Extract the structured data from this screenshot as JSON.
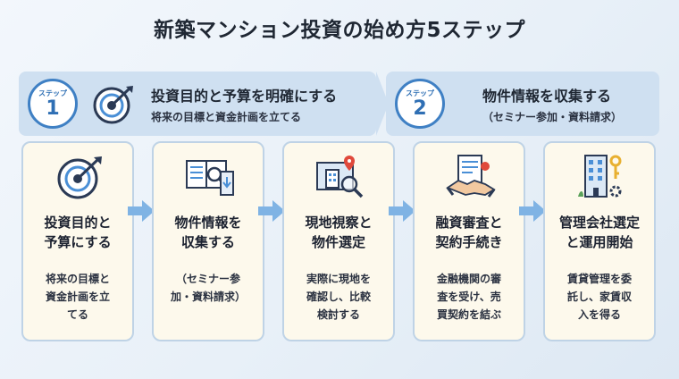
{
  "title": "新築マンション投資の始め方5ステップ",
  "banners": [
    {
      "label": "ステップ",
      "number": "1",
      "main": "投資目的と予算を明確にする",
      "sub": "将来の目標と資金計画を立てる",
      "icon": "target-icon"
    },
    {
      "label": "ステップ",
      "number": "2",
      "main": "物件情報を収集する",
      "sub": "（セミナー参加・資料請求）"
    }
  ],
  "cards": [
    {
      "icon": "target-icon",
      "title": "投資目的と\n予算にする",
      "desc": "将来の目標と\n資金計画を立\nてる"
    },
    {
      "icon": "documents-search-icon",
      "title": "物件情報を\n収集する",
      "desc": "（セミナー参\n加・資料請求）"
    },
    {
      "icon": "map-building-search-icon",
      "title": "現地視察と\n物件選定",
      "desc": "実際に現地を\n確認し、比較\n検討する"
    },
    {
      "icon": "contract-handshake-icon",
      "title": "融資審査と\n契約手続き",
      "desc": "金融機関の審\n査を受け、売\n買契約を結ぶ"
    },
    {
      "icon": "building-key-icon",
      "title": "管理会社選定\nと運用開始",
      "desc": "賃貸管理を委\n託し、家賃収\n入を得る"
    }
  ],
  "colors": {
    "accent": "#3f80c4",
    "banner": "#cfe0f1",
    "card": "#fdf9ec",
    "arrow": "#7fb3e4"
  }
}
